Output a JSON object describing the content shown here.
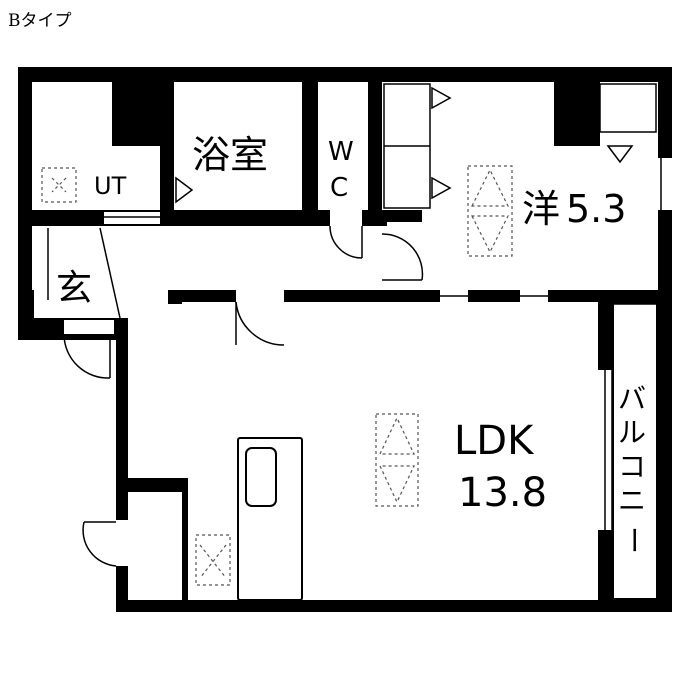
{
  "plan": {
    "title": "Bタイプ",
    "rooms": {
      "ut": "UT",
      "bath": "浴室",
      "wc_w": "W",
      "wc_c": "C",
      "western_prefix": "洋",
      "western_size": "5.3",
      "entrance": "玄",
      "ldk": "LDK",
      "ldk_size": "13.8",
      "balcony": [
        "バ",
        "ル",
        "コ",
        "ニ",
        "ー"
      ]
    },
    "colors": {
      "wall": "#000000",
      "background": "#ffffff",
      "marker": "#555555"
    }
  }
}
